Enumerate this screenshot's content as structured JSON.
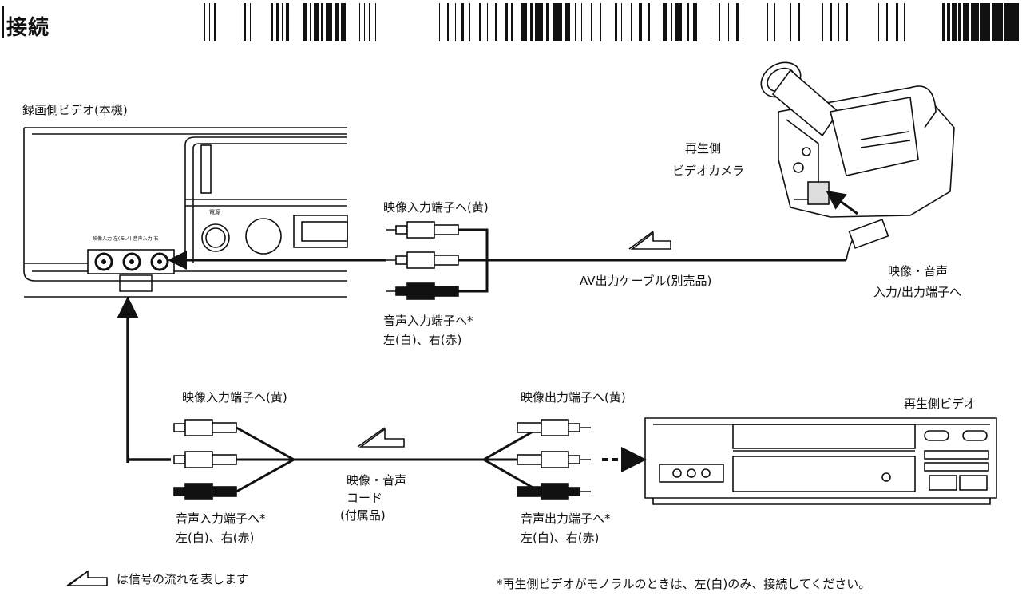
{
  "header": {
    "title": "接続"
  },
  "labels": {
    "recorder_vcr": "録画側ビデオ(本機)",
    "camera_line1": "再生側",
    "camera_line2": "ビデオカメラ",
    "top_video_input": "映像入力端子へ(黄)",
    "top_audio_input_line1": "音声入力端子へ*",
    "top_audio_input_line2": "左(白)、右(赤)",
    "av_cable": "AV出力ケーブル(別売品)",
    "camera_terminal_line1": "映像・音声",
    "camera_terminal_line2": "入力/出力端子へ",
    "bottom_video_input": "映像入力端子へ(黄)",
    "bottom_audio_input_line1": "音声入力端子へ*",
    "bottom_audio_input_line2": "左(白)、右(赤)",
    "cord_line1": "映像・音声",
    "cord_line2": "コード",
    "cord_line3": "(付属品)",
    "video_output": "映像出力端子へ(黄)",
    "audio_output_line1": "音声出力端子へ*",
    "audio_output_line2": "左(白)、右(赤)",
    "playback_vcr": "再生側ビデオ"
  },
  "vcr_panel": {
    "power_label": "電源",
    "input_label": "映像入力 左(モノ) 音声入力 右"
  },
  "footer": {
    "legend_text": "は信号の流れを表します",
    "note": "*再生側ビデオがモノラルのときは、左(白)のみ、接続してください。"
  },
  "colors": {
    "ink": "#111111",
    "cable": "#1a1a1a"
  }
}
